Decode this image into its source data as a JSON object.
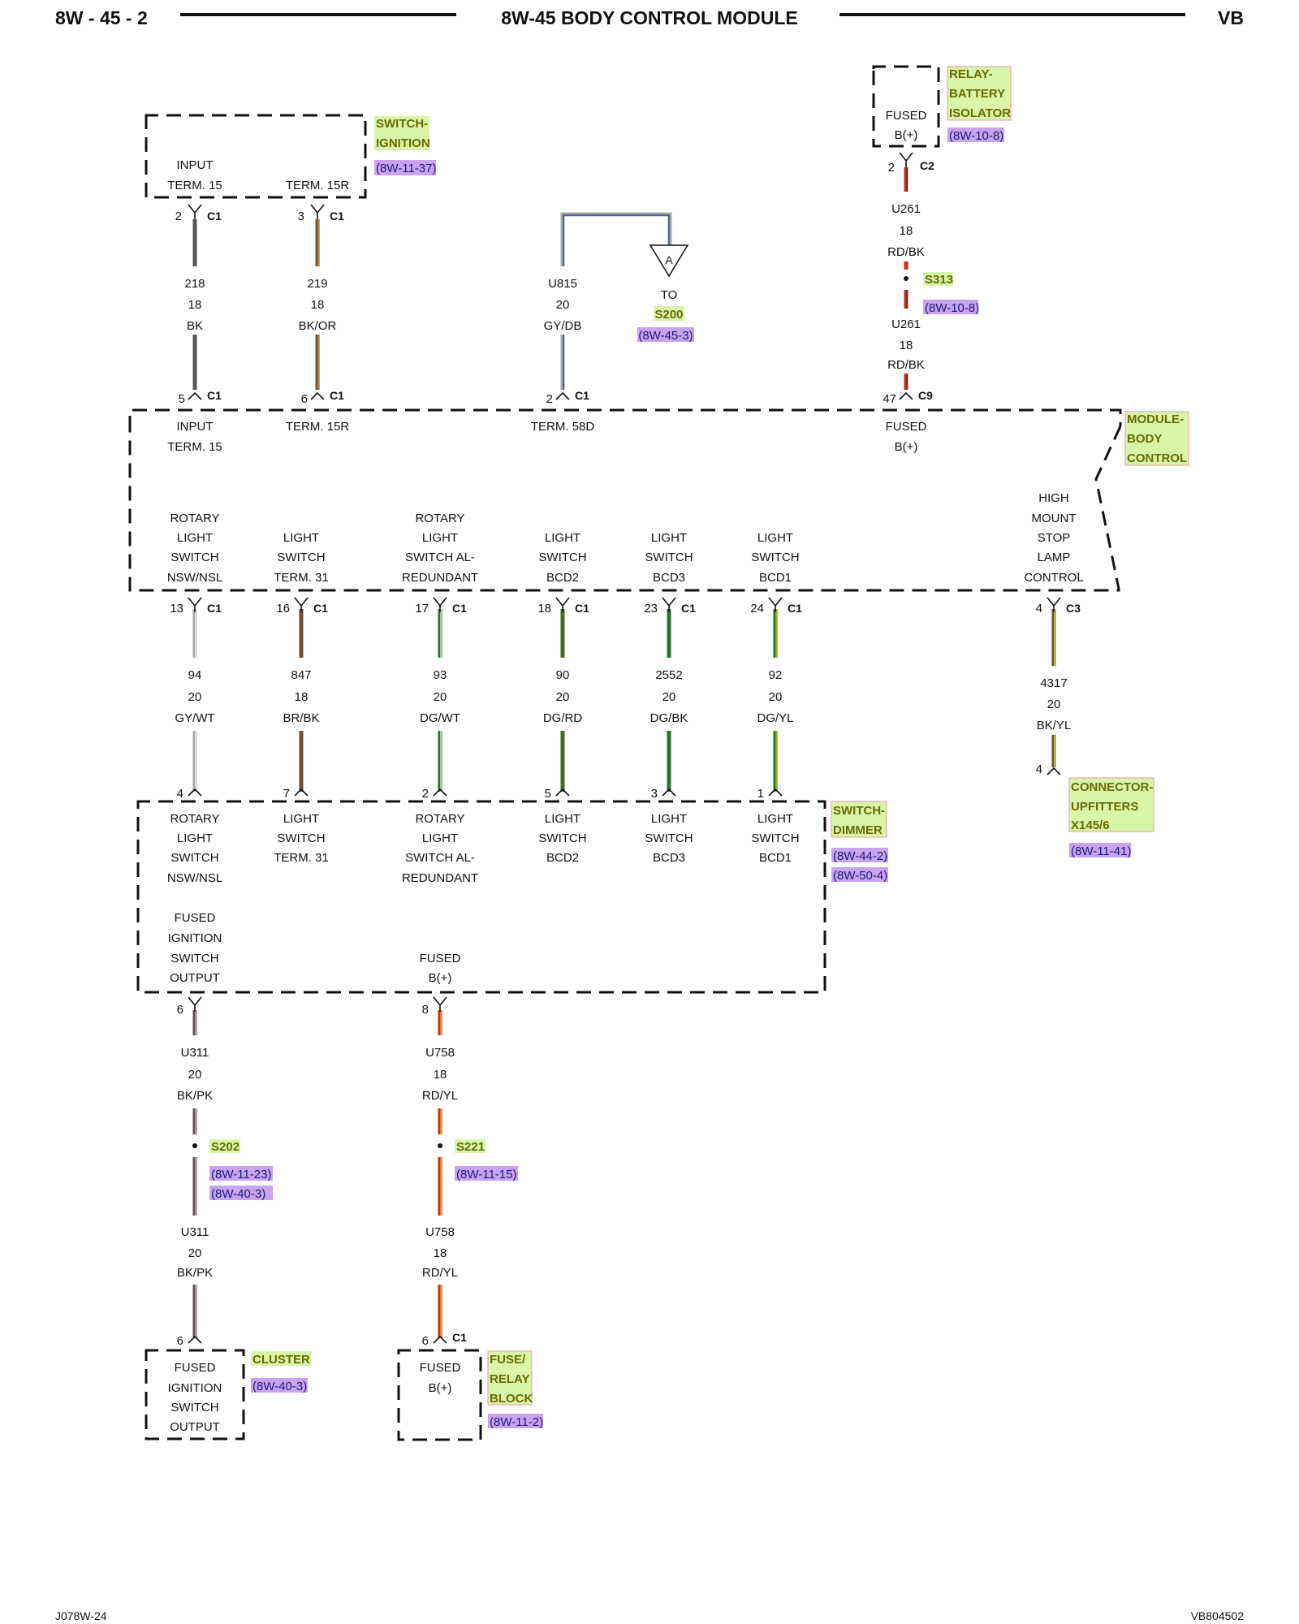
{
  "header": {
    "left": "8W - 45 - 2",
    "title": "8W-45 BODY CONTROL MODULE",
    "right": "VB"
  },
  "footer": {
    "left": "J078W-24",
    "right": "VB804502"
  },
  "components": {
    "ignition": {
      "name1": "SWITCH-",
      "name2": "IGNITION",
      "ref": "(8W-11-37)",
      "pins": [
        {
          "label1": "INPUT",
          "label2": "TERM. 15"
        },
        {
          "label1": "TERM. 15R"
        }
      ]
    },
    "relay": {
      "name1": "RELAY-",
      "name2": "BATTERY",
      "name3": "ISOLATOR",
      "ref": "(8W-10-8)",
      "label1": "FUSED",
      "label2": "B(+)"
    },
    "bcm": {
      "name1": "MODULE-",
      "name2": "BODY",
      "name3": "CONTROL"
    },
    "dimmer": {
      "name1": "SWITCH-",
      "name2": "DIMMER",
      "ref1": "(8W-44-2)",
      "ref2": "(8W-50-4)"
    },
    "upfitters": {
      "name1": "CONNECTOR-",
      "name2": "UPFITTERS",
      "name3": "X145/6",
      "ref": "(8W-11-41)"
    },
    "cluster": {
      "name": "CLUSTER",
      "ref": "(8W-40-3)",
      "l1": "FUSED",
      "l2": "IGNITION",
      "l3": "SWITCH",
      "l4": "OUTPUT"
    },
    "fuse": {
      "name1": "FUSE/",
      "name2": "RELAY",
      "name3": "BLOCK",
      "ref": "(8W-11-2)",
      "l1": "FUSED",
      "l2": "B(+)"
    }
  },
  "bcm_top": [
    {
      "pin": "5",
      "conn": "C1",
      "l1": "INPUT",
      "l2": "TERM. 15"
    },
    {
      "pin": "6",
      "conn": "C1",
      "l1": "TERM. 15R"
    },
    {
      "pin": "2",
      "conn": "C1",
      "l1": "TERM. 58D"
    },
    {
      "pin": "47",
      "conn": "C9",
      "l1": "FUSED",
      "l2": "B(+)"
    }
  ],
  "ign_pins": [
    {
      "pin": "2",
      "conn": "C1"
    },
    {
      "pin": "3",
      "conn": "C1"
    }
  ],
  "top_wires": [
    {
      "circuit": "218",
      "gauge": "18",
      "color": "BK"
    },
    {
      "circuit": "219",
      "gauge": "18",
      "color": "BK/OR"
    },
    {
      "circuit": "U815",
      "gauge": "20",
      "color": "GY/DB"
    }
  ],
  "s200": {
    "to": "TO",
    "splice": "S200",
    "ref": "(8W-45-3)",
    "tri": "A"
  },
  "relay_wire": {
    "pin": "2",
    "conn": "C2",
    "c1": "U261",
    "g1": "18",
    "col1": "RD/BK",
    "splice": "S313",
    "ref": "(8W-10-8)",
    "c2": "U261",
    "g2": "18",
    "col2": "RD/BK"
  },
  "bcm_bottom": [
    {
      "pin": "13",
      "conn": "C1",
      "lines": [
        "ROTARY",
        "LIGHT",
        "SWITCH",
        "NSW/NSL"
      ]
    },
    {
      "pin": "16",
      "conn": "C1",
      "lines": [
        "LIGHT",
        "SWITCH",
        "TERM. 31"
      ]
    },
    {
      "pin": "17",
      "conn": "C1",
      "lines": [
        "ROTARY",
        "LIGHT",
        "SWITCH AL-",
        "REDUNDANT"
      ]
    },
    {
      "pin": "18",
      "conn": "C1",
      "lines": [
        "LIGHT",
        "SWITCH",
        "BCD2"
      ]
    },
    {
      "pin": "23",
      "conn": "C1",
      "lines": [
        "LIGHT",
        "SWITCH",
        "BCD3"
      ]
    },
    {
      "pin": "24",
      "conn": "C1",
      "lines": [
        "LIGHT",
        "SWITCH",
        "BCD1"
      ]
    },
    {
      "pin": "4",
      "conn": "C3",
      "lines": [
        "HIGH",
        "MOUNT",
        "STOP",
        "LAMP",
        "CONTROL"
      ]
    }
  ],
  "mid_wires": [
    {
      "circuit": "94",
      "gauge": "20",
      "color": "GY/WT",
      "dpin": "4"
    },
    {
      "circuit": "847",
      "gauge": "18",
      "color": "BR/BK",
      "dpin": "7"
    },
    {
      "circuit": "93",
      "gauge": "20",
      "color": "DG/WT",
      "dpin": "2"
    },
    {
      "circuit": "90",
      "gauge": "20",
      "color": "DG/RD",
      "dpin": "5"
    },
    {
      "circuit": "2552",
      "gauge": "20",
      "color": "DG/BK",
      "dpin": "3"
    },
    {
      "circuit": "92",
      "gauge": "20",
      "color": "DG/YL",
      "dpin": "1"
    },
    {
      "circuit": "4317",
      "gauge": "20",
      "color": "BK/YL",
      "dpin": "4"
    }
  ],
  "dimmer_labels": [
    [
      "ROTARY",
      "LIGHT",
      "SWITCH",
      "NSW/NSL"
    ],
    [
      "LIGHT",
      "SWITCH",
      "TERM. 31"
    ],
    [
      "ROTARY",
      "LIGHT",
      "SWITCH AL-",
      "REDUNDANT"
    ],
    [
      "LIGHT",
      "SWITCH",
      "BCD2"
    ],
    [
      "LIGHT",
      "SWITCH",
      "BCD3"
    ],
    [
      "LIGHT",
      "SWITCH",
      "BCD1"
    ]
  ],
  "dimmer_out": [
    {
      "pin": "6",
      "lines": [
        "FUSED",
        "IGNITION",
        "SWITCH",
        "OUTPUT"
      ]
    },
    {
      "pin": "8",
      "lines": [
        "FUSED",
        "B(+)"
      ]
    }
  ],
  "low_wires": [
    {
      "c1": "U311",
      "g1": "20",
      "col1": "BK/PK",
      "splice": "S202",
      "ref1": "(8W-11-23)",
      "ref2": "(8W-40-3)",
      "c2": "U311",
      "g2": "20",
      "col2": "BK/PK",
      "endpin": "6"
    },
    {
      "c1": "U758",
      "g1": "18",
      "col1": "RD/YL",
      "splice": "S221",
      "ref1": "(8W-11-15)",
      "c2": "U758",
      "g2": "18",
      "col2": "RD/YL",
      "endpin": "6",
      "endconn": "C1"
    }
  ],
  "wire_colors": {
    "BK": "#555555",
    "OR": "#d98a2b",
    "GY": "#a8a8a8",
    "DB": "#2b4fa8",
    "WT": "#ffffff",
    "BR": "#7a4f1e",
    "DG": "#1f7a1f",
    "RD": "#d42a1a",
    "YL": "#e6d21a",
    "PK": "#e79aa8"
  },
  "highlights": {
    "component": "#d9f5a8",
    "reference": "#c9a3f0"
  }
}
